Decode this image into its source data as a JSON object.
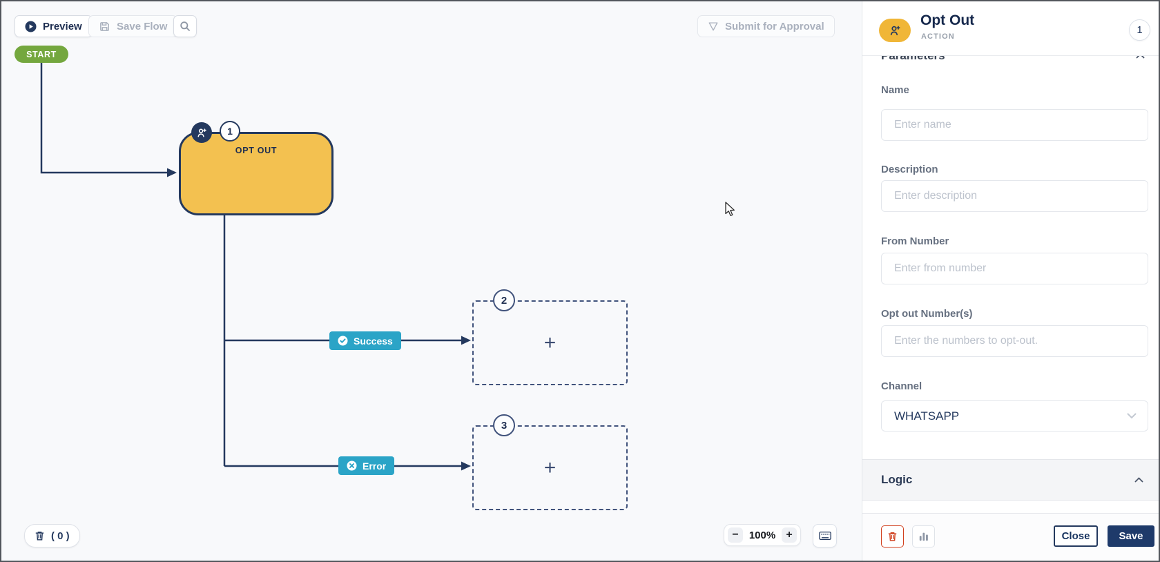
{
  "toolbar": {
    "preview_label": "Preview",
    "save_flow_label": "Save Flow",
    "submit_label": "Submit for Approval"
  },
  "canvas": {
    "start_label": "START",
    "node": {
      "title": "OPT OUT",
      "badge": "1"
    },
    "success": {
      "label": "Success",
      "badge": "2"
    },
    "error": {
      "label": "Error",
      "badge": "3"
    },
    "plus": "+",
    "delete_counter": "( 0 )",
    "zoom": {
      "minus": "−",
      "level": "100%",
      "plus": "+"
    }
  },
  "panel": {
    "title": "Opt Out",
    "subtitle": "ACTION",
    "badge": "1",
    "parameters_heading": "Parameters",
    "fields": [
      {
        "label": "Name",
        "placeholder": "Enter name"
      },
      {
        "label": "Description",
        "placeholder": "Enter description"
      },
      {
        "label": "From Number",
        "placeholder": "Enter from number"
      },
      {
        "label": "Opt out Number(s)",
        "placeholder": "Enter the numbers to opt-out."
      }
    ],
    "channel": {
      "label": "Channel",
      "value": "WHATSAPP"
    },
    "logic_heading": "Logic",
    "footer": {
      "close_label": "Close",
      "save_label": "Save"
    }
  },
  "colors": {
    "navy": "#24395e",
    "node_amber": "#f3c150",
    "icon_amber": "#f0b637",
    "start_green": "#74a73e",
    "edge_teal": "#2ba4c7",
    "danger_red": "#d1401f",
    "save_navy": "#1e3a6a"
  }
}
